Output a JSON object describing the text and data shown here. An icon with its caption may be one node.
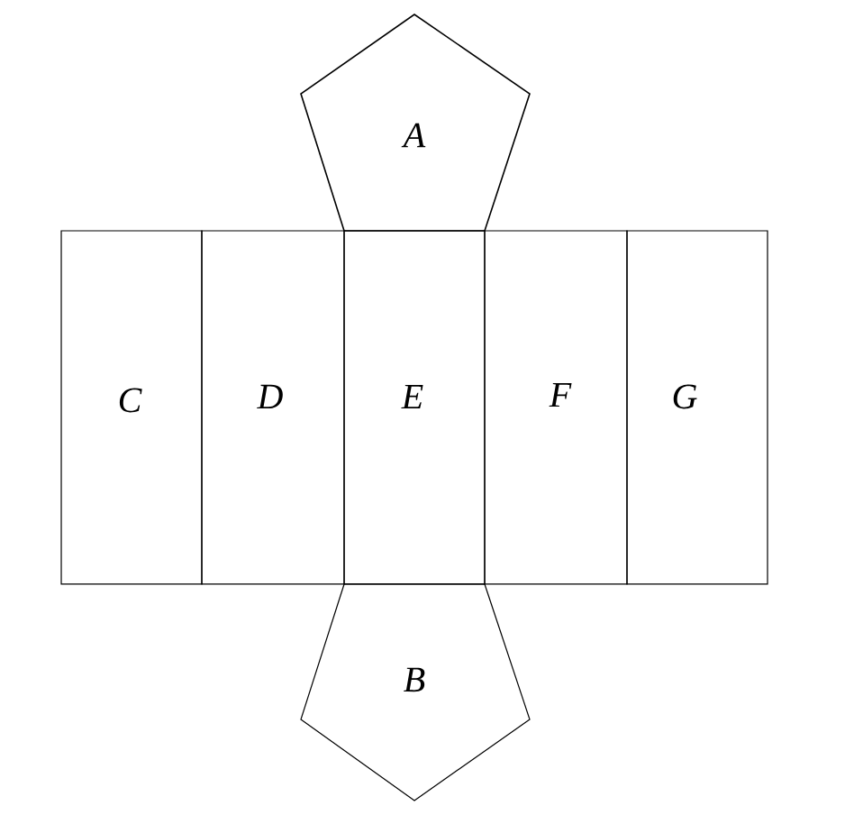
{
  "diagram": {
    "nodes": [
      {
        "text": [
          "A"
        ]
      },
      {
        "text": [
          "C"
        ]
      },
      {
        "text": [
          "D"
        ]
      },
      {
        "text": [
          "E"
        ]
      },
      {
        "text": [
          "F"
        ]
      },
      {
        "text": [
          "G"
        ]
      },
      {
        "text": [
          "B"
        ]
      }
    ]
  }
}
